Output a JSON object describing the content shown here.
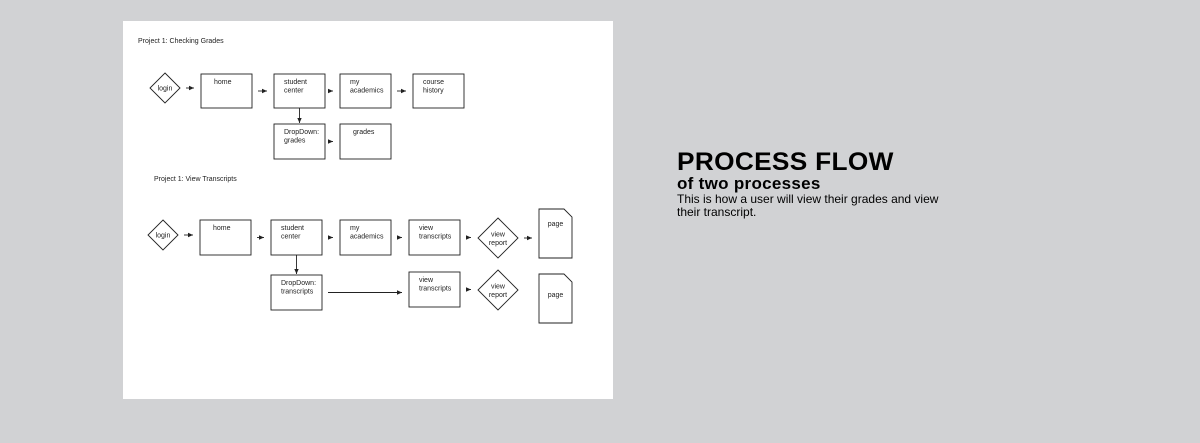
{
  "info": {
    "title": "PROCESS FLOW",
    "subtitle": "of two processes",
    "description": "This is how a user will view their grades and view their transcript."
  },
  "flows": [
    {
      "title": "Project 1: Checking Grades",
      "nodes": [
        {
          "id": "login1",
          "shape": "diamond",
          "label": [
            "login"
          ]
        },
        {
          "id": "home1",
          "shape": "rect",
          "label": [
            "home"
          ]
        },
        {
          "id": "sc1",
          "shape": "rect",
          "label": [
            "student",
            "center"
          ]
        },
        {
          "id": "ma1",
          "shape": "rect",
          "label": [
            "my",
            "academics"
          ]
        },
        {
          "id": "ch1",
          "shape": "rect",
          "label": [
            "course",
            "history"
          ]
        },
        {
          "id": "dd1",
          "shape": "rect",
          "label": [
            "DropDown:",
            "grades"
          ]
        },
        {
          "id": "gr1",
          "shape": "rect",
          "label": [
            "grades"
          ]
        }
      ],
      "edges": [
        [
          "login1",
          "home1"
        ],
        [
          "home1",
          "sc1"
        ],
        [
          "sc1",
          "ma1"
        ],
        [
          "ma1",
          "ch1"
        ],
        [
          "sc1",
          "dd1"
        ],
        [
          "dd1",
          "gr1"
        ]
      ]
    },
    {
      "title": "Project 1: View Transcripts",
      "nodes": [
        {
          "id": "login2",
          "shape": "diamond",
          "label": [
            "login"
          ]
        },
        {
          "id": "home2",
          "shape": "rect",
          "label": [
            "home"
          ]
        },
        {
          "id": "sc2",
          "shape": "rect",
          "label": [
            "student",
            "center"
          ]
        },
        {
          "id": "ma2",
          "shape": "rect",
          "label": [
            "my",
            "academics"
          ]
        },
        {
          "id": "vt2",
          "shape": "rect",
          "label": [
            "view",
            "transcripts"
          ]
        },
        {
          "id": "vr2",
          "shape": "diamond",
          "label": [
            "view",
            "report"
          ]
        },
        {
          "id": "pg2",
          "shape": "page",
          "label": [
            "page"
          ]
        },
        {
          "id": "dd2",
          "shape": "rect",
          "label": [
            "DropDown:",
            "transcripts"
          ]
        },
        {
          "id": "vt3",
          "shape": "rect",
          "label": [
            "view",
            "transcripts"
          ]
        },
        {
          "id": "vr3",
          "shape": "diamond",
          "label": [
            "view",
            "report"
          ]
        },
        {
          "id": "pg3",
          "shape": "page",
          "label": [
            "page"
          ]
        }
      ],
      "edges": [
        [
          "login2",
          "home2"
        ],
        [
          "home2",
          "sc2"
        ],
        [
          "sc2",
          "ma2"
        ],
        [
          "ma2",
          "vt2"
        ],
        [
          "vt2",
          "vr2"
        ],
        [
          "vr2",
          "pg2"
        ],
        [
          "sc2",
          "dd2"
        ],
        [
          "dd2",
          "vt3"
        ],
        [
          "vt3",
          "vr3"
        ]
      ]
    }
  ]
}
